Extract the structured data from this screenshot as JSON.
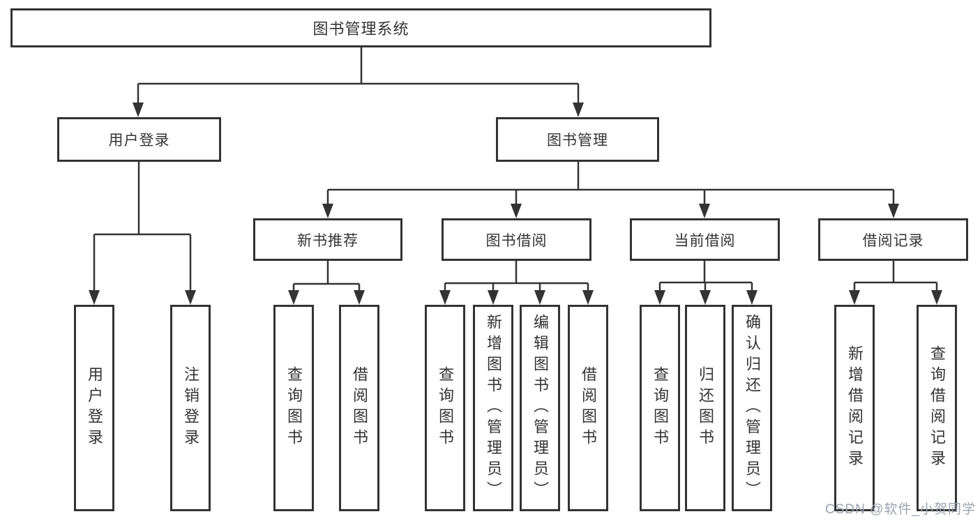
{
  "nodes": {
    "root": "图书管理系统",
    "login": "用户登录",
    "manage": "图书管理",
    "recommend": "新书推荐",
    "borrow": "图书借阅",
    "current": "当前借阅",
    "records": "借阅记录",
    "leaf_login": "用户登录",
    "leaf_logout": "注销登录",
    "rec_query": "查询图书",
    "rec_borrow": "借阅图书",
    "bor_query": "查询图书",
    "bor_add": "新增图书（管理员）",
    "bor_edit": "编辑图书（管理员）",
    "bor_borrow": "借阅图书",
    "cur_query": "查询图书",
    "cur_return": "归还图书",
    "cur_confirm": "确认归还（管理员）",
    "recd_add": "新增借阅记录",
    "recd_query": "查询借阅记录"
  },
  "watermark": "CSDN @软件_小贺同学",
  "colors": {
    "line": "#333333",
    "text": "#333333",
    "watermark": "#9ca3af",
    "background": "#ffffff"
  }
}
